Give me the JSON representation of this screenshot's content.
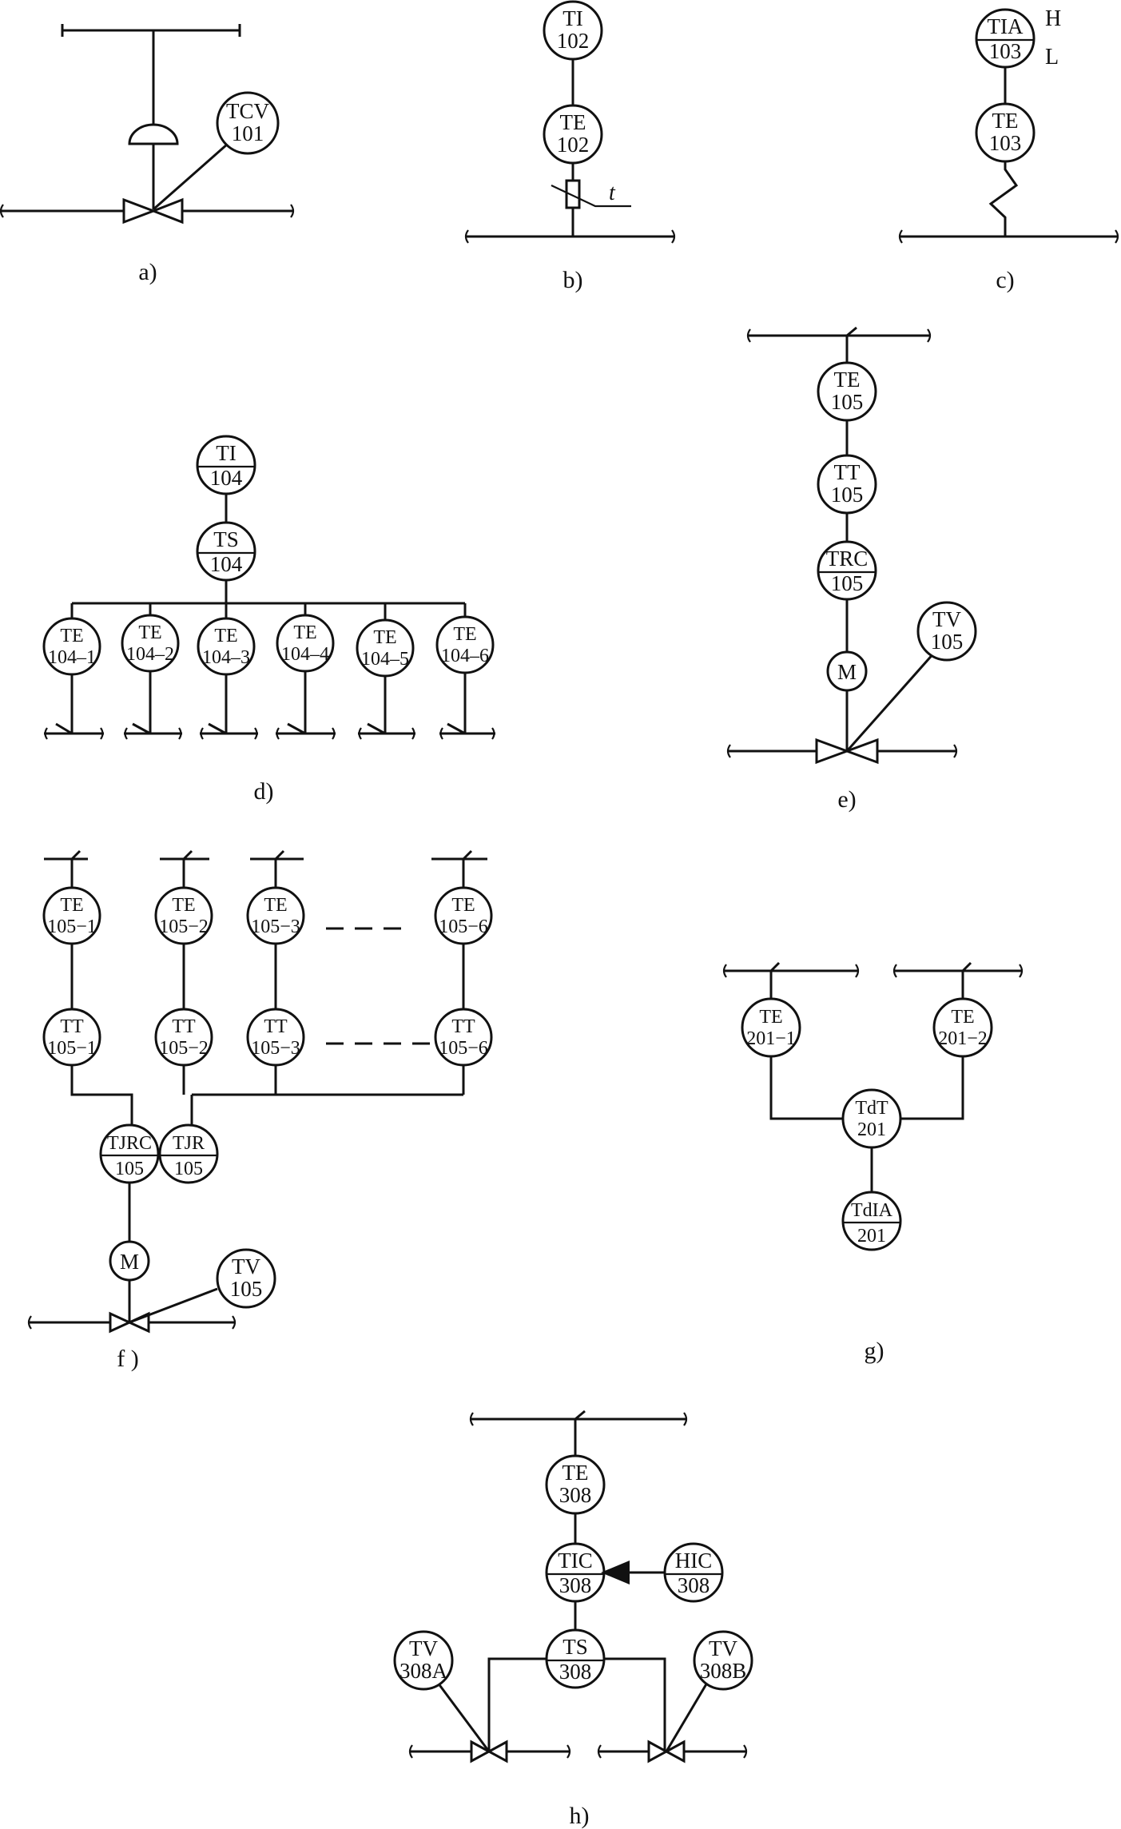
{
  "a": {
    "caption": "a)",
    "tcv": {
      "tag": "TCV",
      "num": "101"
    }
  },
  "b": {
    "caption": "b)",
    "ti": {
      "tag": "TI",
      "num": "102"
    },
    "te": {
      "tag": "TE",
      "num": "102"
    },
    "t_symbol": "t"
  },
  "c": {
    "caption": "c)",
    "tia": {
      "tag": "TIA",
      "num": "103"
    },
    "te": {
      "tag": "TE",
      "num": "103"
    },
    "alarm_high": "H",
    "alarm_low": "L"
  },
  "d": {
    "caption": "d)",
    "ti": {
      "tag": "TI",
      "num": "104"
    },
    "ts": {
      "tag": "TS",
      "num": "104"
    },
    "elements": [
      {
        "tag": "TE",
        "num": "104–1"
      },
      {
        "tag": "TE",
        "num": "104–2"
      },
      {
        "tag": "TE",
        "num": "104–3"
      },
      {
        "tag": "TE",
        "num": "104–4"
      },
      {
        "tag": "TE",
        "num": "104–5"
      },
      {
        "tag": "TE",
        "num": "104–6"
      }
    ]
  },
  "e": {
    "caption": "e)",
    "te": {
      "tag": "TE",
      "num": "105"
    },
    "tt": {
      "tag": "TT",
      "num": "105"
    },
    "trc": {
      "tag": "TRC",
      "num": "105"
    },
    "motor": "M",
    "tv": {
      "tag": "TV",
      "num": "105"
    }
  },
  "f": {
    "caption": "f )",
    "elements": [
      {
        "tag": "TE",
        "num": "105−1"
      },
      {
        "tag": "TE",
        "num": "105−2"
      },
      {
        "tag": "TE",
        "num": "105−3"
      },
      {
        "tag": "TE",
        "num": "105−6"
      }
    ],
    "transmitters": [
      {
        "tag": "TT",
        "num": "105−1"
      },
      {
        "tag": "TT",
        "num": "105−2"
      },
      {
        "tag": "TT",
        "num": "105−3"
      },
      {
        "tag": "TT",
        "num": "105−6"
      }
    ],
    "tjrc": {
      "tag": "TJRC",
      "num": "105"
    },
    "tjr": {
      "tag": "TJR",
      "num": "105"
    },
    "motor": "M",
    "tv": {
      "tag": "TV",
      "num": "105"
    }
  },
  "g": {
    "caption": "g)",
    "te1": {
      "tag": "TE",
      "num": "201−1"
    },
    "te2": {
      "tag": "TE",
      "num": "201−2"
    },
    "tdt": {
      "tag": "TdT",
      "num": "201"
    },
    "tdia": {
      "tag": "TdIA",
      "num": "201"
    }
  },
  "h": {
    "caption": "h)",
    "te": {
      "tag": "TE",
      "num": "308"
    },
    "tic": {
      "tag": "TIC",
      "num": "308"
    },
    "hic": {
      "tag": "HIC",
      "num": "308"
    },
    "ts": {
      "tag": "TS",
      "num": "308"
    },
    "tva": {
      "tag": "TV",
      "num": "308A"
    },
    "tvb": {
      "tag": "TV",
      "num": "308B"
    }
  }
}
